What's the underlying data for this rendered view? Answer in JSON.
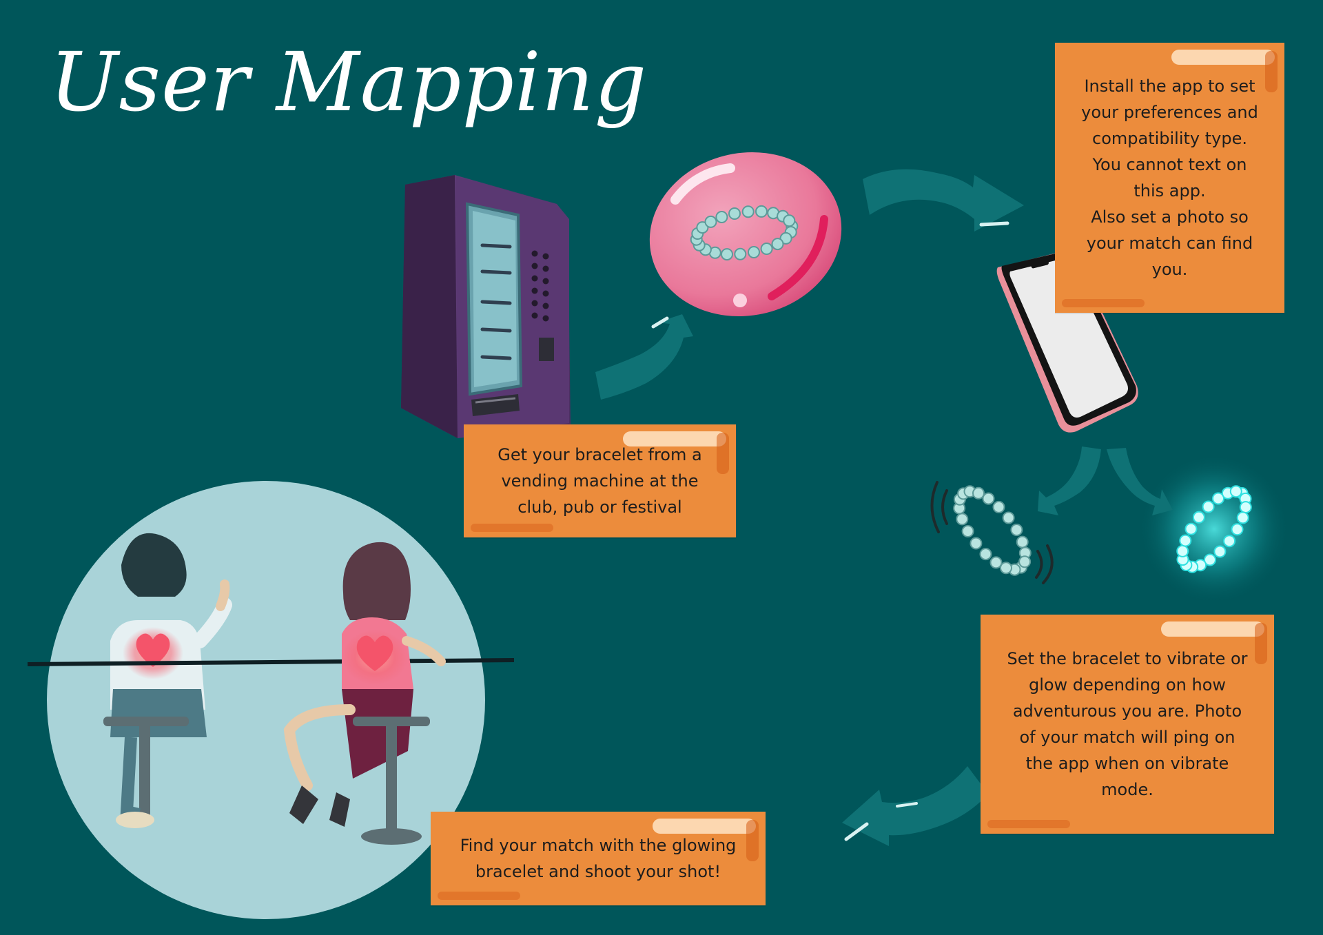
{
  "title": "User Mapping",
  "steps": [
    {
      "id": "install",
      "text": "Install the app to set\nyour preferences and\ncompatibility type.\nYou cannot text on\nthis app.\nAlso set a photo so\nyour match can find\nyou."
    },
    {
      "id": "vending",
      "text": "Get your bracelet from a\nvending machine at the\nclub, pub or festival"
    },
    {
      "id": "glow",
      "text": "Set the bracelet to vibrate or\nglow depending on how\nadventurous you are. Photo\nof your match will ping on\nthe app when on vibrate\nmode."
    },
    {
      "id": "find",
      "text": "Find your match with the glowing\nbracelet and shoot your shot!"
    }
  ],
  "colors": {
    "background": "#00565a",
    "note": "#ec8c3c",
    "arrow": "#0f7275",
    "circle": "#a9d3d8",
    "bubble": "#ea7a9a",
    "machine": "#5b3b72",
    "glow": "#2fe0e0"
  },
  "icons": [
    "vending-machine-icon",
    "bubble-bracelet-icon",
    "phone-icon",
    "vibrating-bracelet-icon",
    "glowing-bracelet-icon",
    "couple-at-bar-icon"
  ]
}
